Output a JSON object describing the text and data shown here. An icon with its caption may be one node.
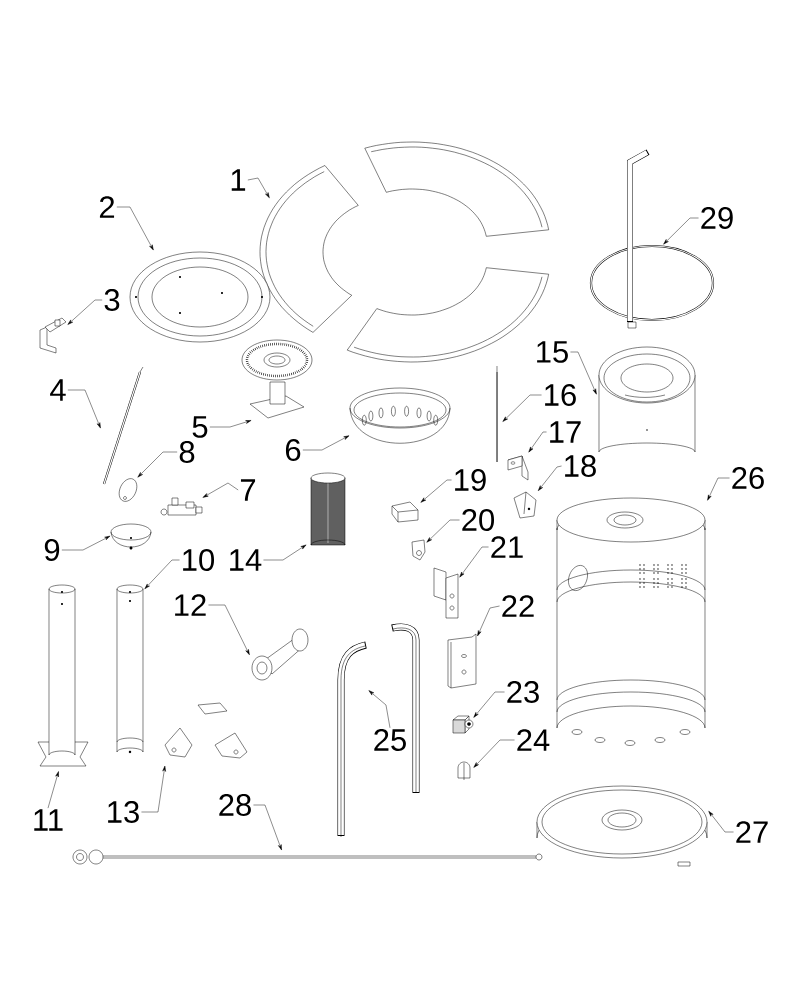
{
  "diagram": {
    "nodes": [
      {
        "text": [
          "1"
        ]
      },
      {
        "text": [],
        "shape": "picture"
      },
      {
        "text": [
          "2"
        ]
      },
      {
        "text": [],
        "shape": "picture"
      },
      {
        "text": [
          "3"
        ]
      },
      {
        "text": [],
        "shape": "picture"
      },
      {
        "text": [
          "4"
        ]
      },
      {
        "text": [],
        "shape": "picture"
      },
      {
        "text": [
          "5"
        ]
      },
      {
        "text": [],
        "shape": "picture"
      },
      {
        "text": [
          "6"
        ]
      },
      {
        "text": [],
        "shape": "picture"
      },
      {
        "text": [
          "7"
        ]
      },
      {
        "text": [],
        "shape": "picture"
      },
      {
        "text": [
          "8"
        ]
      },
      {
        "text": [],
        "shape": "picture"
      },
      {
        "text": [
          "9"
        ]
      },
      {
        "text": [],
        "shape": "picture"
      },
      {
        "text": [
          "10"
        ]
      },
      {
        "text": [],
        "shape": "picture"
      },
      {
        "text": [
          "11"
        ]
      },
      {
        "text": [],
        "shape": "picture"
      },
      {
        "text": [
          "12"
        ]
      },
      {
        "text": [],
        "shape": "picture"
      },
      {
        "text": [
          "13"
        ]
      },
      {
        "text": [],
        "shape": "picture"
      },
      {
        "text": [
          "14"
        ]
      },
      {
        "text": [],
        "shape": "picture"
      },
      {
        "text": [
          "15"
        ]
      },
      {
        "text": [],
        "shape": "picture"
      },
      {
        "text": [
          "16"
        ]
      },
      {
        "text": [],
        "shape": "picture"
      },
      {
        "text": [
          "17"
        ]
      },
      {
        "text": [],
        "shape": "picture"
      },
      {
        "text": [
          "18"
        ]
      },
      {
        "text": [],
        "shape": "picture"
      },
      {
        "text": [
          "19"
        ]
      },
      {
        "text": [],
        "shape": "picture"
      },
      {
        "text": [
          "20"
        ]
      },
      {
        "text": [],
        "shape": "picture"
      },
      {
        "text": [
          "21"
        ]
      },
      {
        "text": [],
        "shape": "picture"
      },
      {
        "text": [
          "22"
        ]
      },
      {
        "text": [],
        "shape": "picture"
      },
      {
        "text": [
          "23"
        ]
      },
      {
        "text": [],
        "shape": "picture"
      },
      {
        "text": [
          "24"
        ]
      },
      {
        "text": [],
        "shape": "picture"
      },
      {
        "text": [
          "25"
        ]
      },
      {
        "text": [],
        "shape": "picture"
      },
      {
        "text": [
          "26"
        ]
      },
      {
        "text": [],
        "shape": "picture"
      },
      {
        "text": [
          "27"
        ]
      },
      {
        "text": [],
        "shape": "picture"
      },
      {
        "text": [
          "28"
        ]
      },
      {
        "text": [],
        "shape": "picture"
      },
      {
        "text": [
          "29"
        ]
      },
      {
        "text": [],
        "shape": "picture"
      }
    ],
    "edges": [
      {
        "from": 0,
        "to": 1,
        "arrow": "to"
      },
      {
        "from": 2,
        "to": 3,
        "arrow": "to"
      },
      {
        "from": 4,
        "to": 5,
        "arrow": "to"
      },
      {
        "from": 6,
        "to": 7,
        "arrow": "to"
      },
      {
        "from": 8,
        "to": 9,
        "arrow": "to"
      },
      {
        "from": 10,
        "to": 11,
        "arrow": "to"
      },
      {
        "from": 12,
        "to": 13,
        "arrow": "to"
      },
      {
        "from": 14,
        "to": 15,
        "arrow": "to"
      },
      {
        "from": 16,
        "to": 17,
        "arrow": "to"
      },
      {
        "from": 18,
        "to": 19,
        "arrow": "to"
      },
      {
        "from": 20,
        "to": 21,
        "arrow": "to"
      },
      {
        "from": 22,
        "to": 23,
        "arrow": "to"
      },
      {
        "from": 24,
        "to": 25,
        "arrow": "to"
      },
      {
        "from": 26,
        "to": 27,
        "arrow": "to"
      },
      {
        "from": 28,
        "to": 29,
        "arrow": "to"
      },
      {
        "from": 30,
        "to": 31,
        "arrow": "to"
      },
      {
        "from": 32,
        "to": 33,
        "arrow": "to"
      },
      {
        "from": 34,
        "to": 35,
        "arrow": "to"
      },
      {
        "from": 36,
        "to": 37,
        "arrow": "to"
      },
      {
        "from": 38,
        "to": 39,
        "arrow": "to"
      },
      {
        "from": 40,
        "to": 41,
        "arrow": "to"
      },
      {
        "from": 42,
        "to": 43,
        "arrow": "to"
      },
      {
        "from": 44,
        "to": 45,
        "arrow": "to"
      },
      {
        "from": 46,
        "to": 47,
        "arrow": "to"
      },
      {
        "from": 48,
        "to": 49,
        "arrow": "to"
      },
      {
        "from": 50,
        "to": 51,
        "arrow": "to"
      },
      {
        "from": 52,
        "to": 53,
        "arrow": "to"
      },
      {
        "from": 54,
        "to": 55,
        "arrow": "to"
      },
      {
        "from": 56,
        "to": 57,
        "arrow": "to"
      }
    ]
  }
}
